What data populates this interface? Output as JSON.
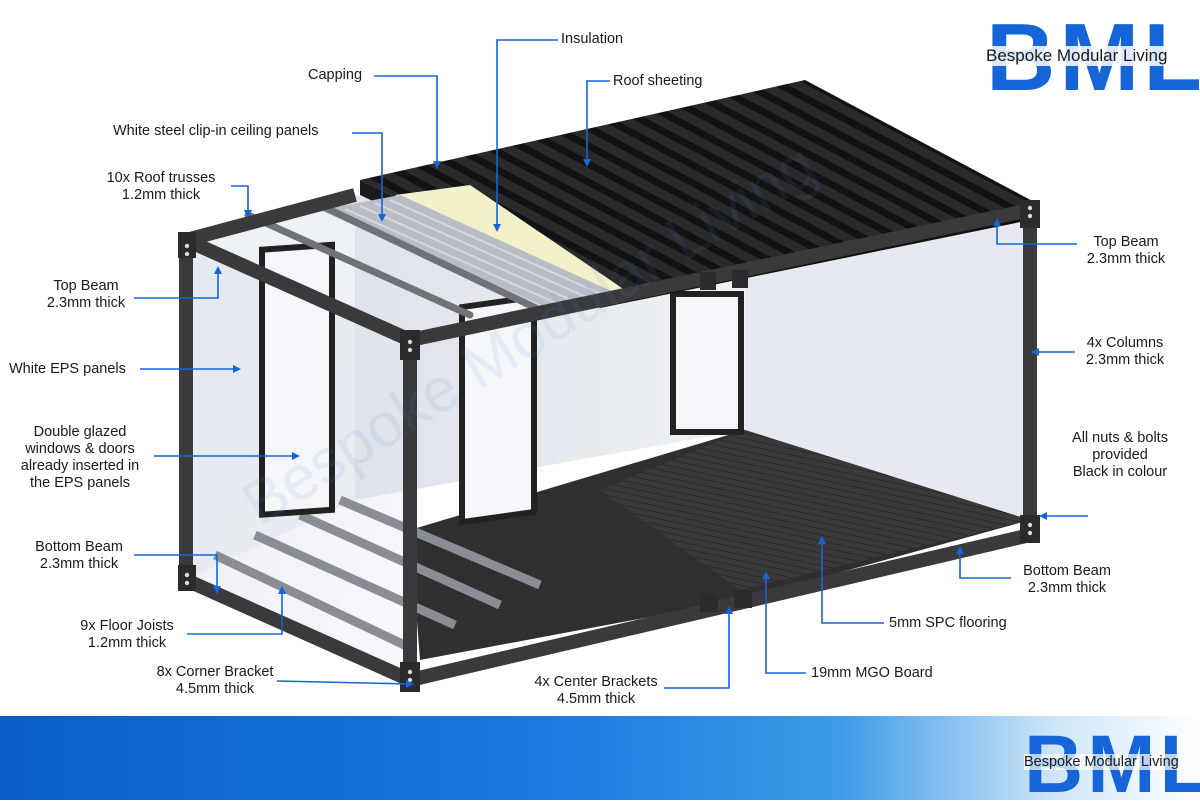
{
  "brand": {
    "logo_letters": "BML",
    "tagline": "Bespoke Modular Living",
    "watermark": "Bespoke Modular Living",
    "accent": "#1565d8"
  },
  "labels": {
    "insulation": "Insulation",
    "capping": "Capping",
    "roof_sheeting": "Roof sheeting",
    "ceiling_panels": "White steel clip-in ceiling panels",
    "roof_trusses": [
      "10x Roof trusses",
      "1.2mm thick"
    ],
    "top_beam_left": [
      "Top Beam",
      "2.3mm thick"
    ],
    "white_eps": "White EPS panels",
    "double_glazed": [
      "Double glazed",
      "windows & doors",
      "already inserted in",
      "the EPS panels"
    ],
    "bottom_beam_left": [
      "Bottom Beam",
      "2.3mm thick"
    ],
    "floor_joists": [
      "9x Floor Joists",
      "1.2mm thick"
    ],
    "corner_bracket": [
      "8x Corner Bracket",
      "4.5mm thick"
    ],
    "center_brackets": [
      "4x Center Brackets",
      "4.5mm thick"
    ],
    "mgo_board": "19mm MGO Board",
    "spc_flooring": "5mm SPC flooring",
    "bottom_beam_right": [
      "Bottom Beam",
      "2.3mm thick"
    ],
    "nuts_bolts": [
      "All nuts & bolts",
      "provided",
      "Black in colour"
    ],
    "columns": [
      "4x Columns",
      "2.3mm thick"
    ],
    "top_beam_right": [
      "Top Beam",
      "2.3mm thick"
    ]
  },
  "colors": {
    "leader": "#1565d8",
    "steel": "#3a3a3c",
    "roof": "#1e1e20",
    "panel": "#e8ebf0",
    "floor": "#2b2b2d"
  }
}
